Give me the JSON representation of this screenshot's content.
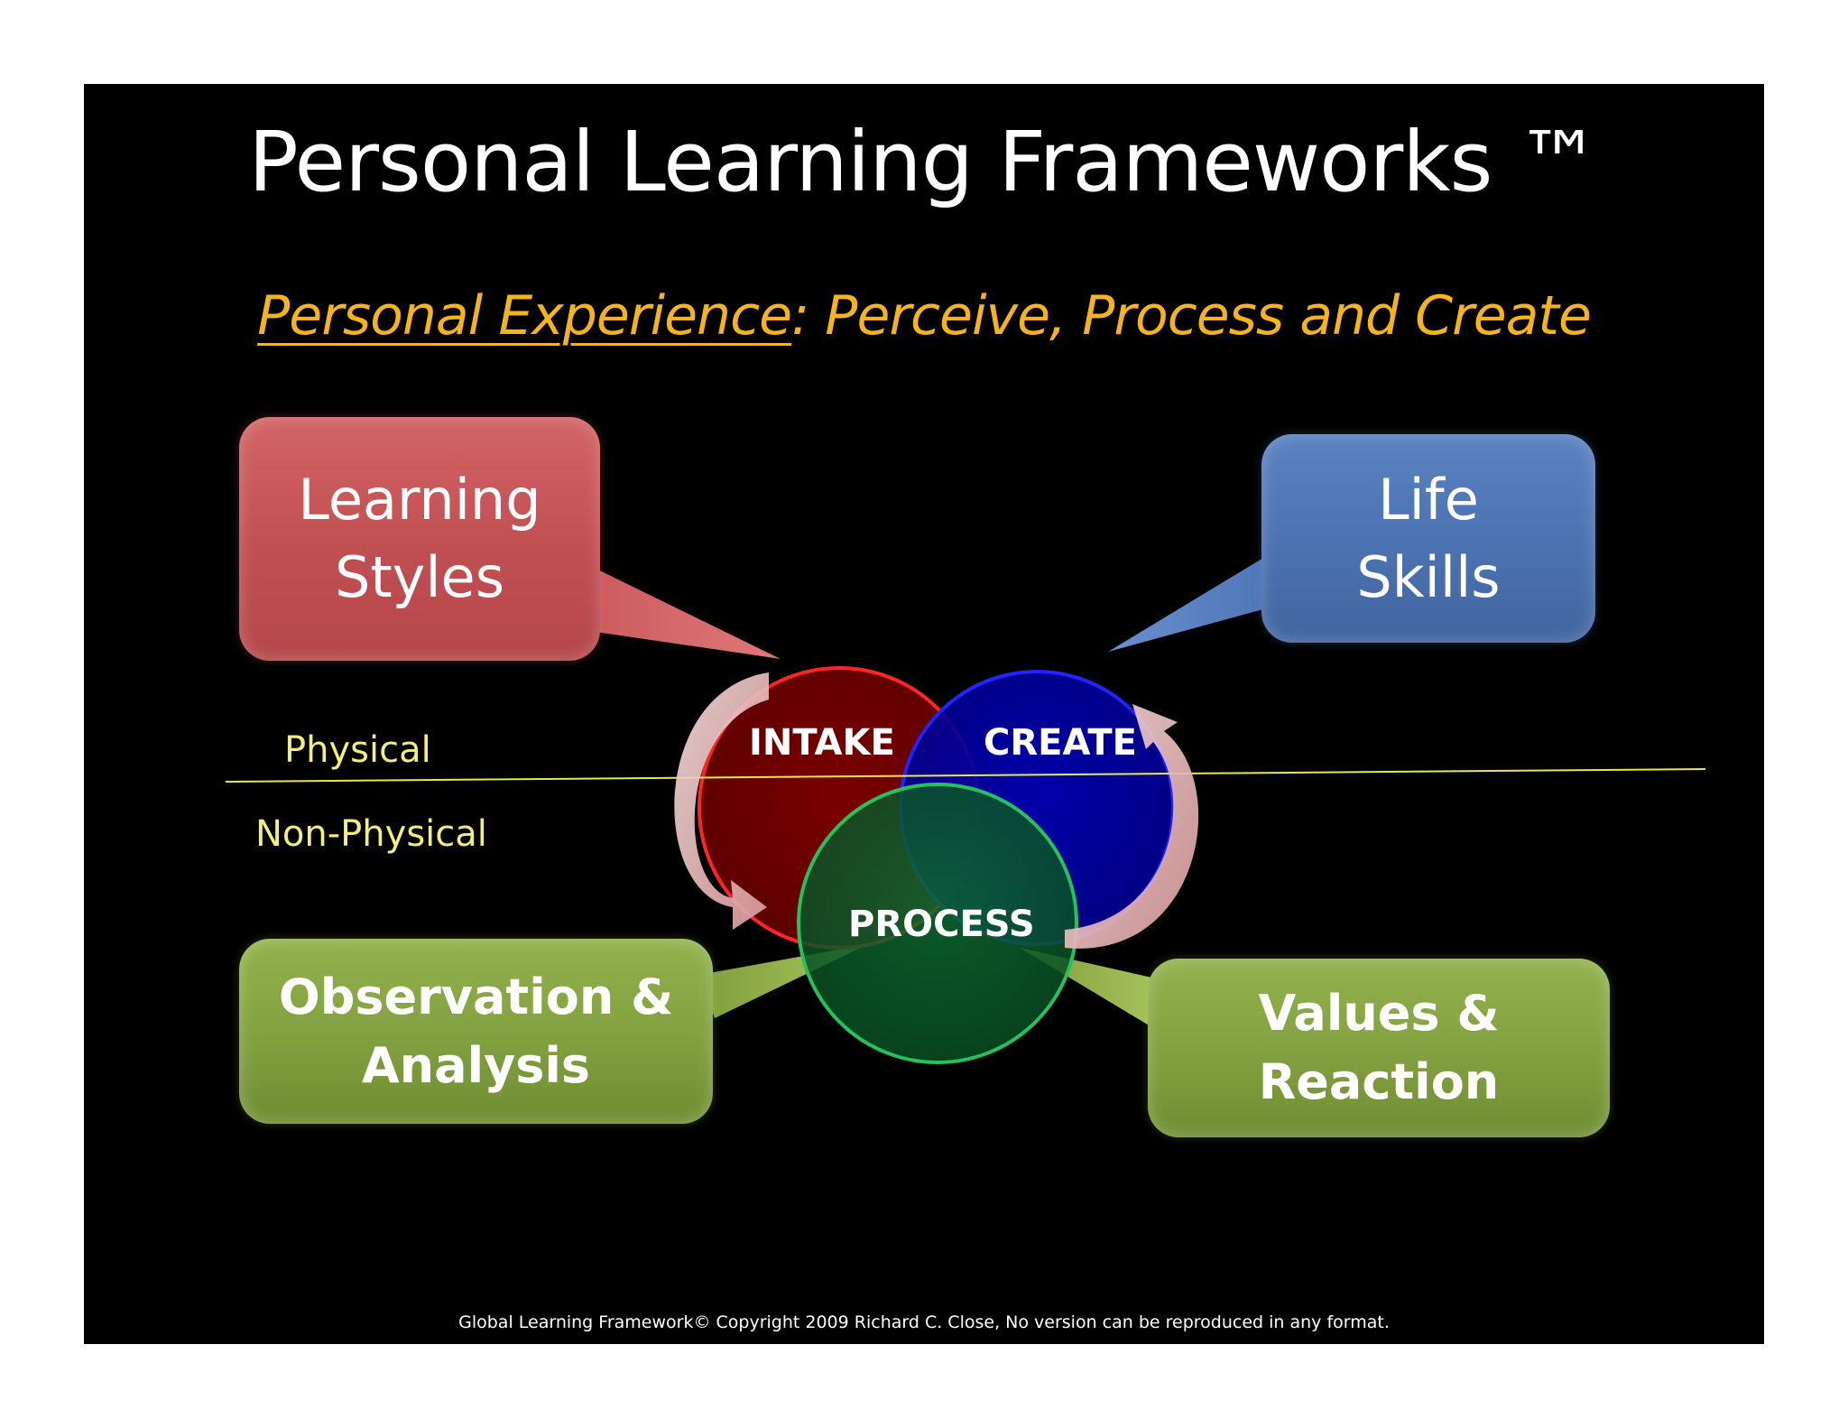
{
  "title": "Personal Learning Frameworks ™",
  "subtitle": {
    "lead": "Personal Experience",
    "rest": ": Perceive, Process and Create",
    "color": "#f5b31c"
  },
  "callouts": {
    "learning_styles": {
      "line1": "Learning",
      "line2": "Styles",
      "color": "#c75658"
    },
    "life_skills": {
      "line1": "Life",
      "line2": "Skills",
      "color": "#4a70ae"
    },
    "observation": {
      "line1": "Observation &",
      "line2": "Analysis",
      "color": "#809e3d"
    },
    "values": {
      "line1": "Values &",
      "line2": "Reaction",
      "color": "#809e3d"
    }
  },
  "circles": {
    "intake": {
      "label": "INTAKE",
      "color": "#6b0000",
      "ring": "#ff2020"
    },
    "create": {
      "label": "CREATE",
      "color": "#0000a0",
      "ring": "#2020ff"
    },
    "process": {
      "label": "PROCESS",
      "color": "#0b5a2a",
      "ring": "#22c05a"
    }
  },
  "levels": {
    "physical": "Physical",
    "non_physical": "Non-Physical",
    "divider_color": "#e8e84a"
  },
  "footer": "Global Learning Framework© Copyright 2009 Richard C. Close, No version can be reproduced in any format."
}
